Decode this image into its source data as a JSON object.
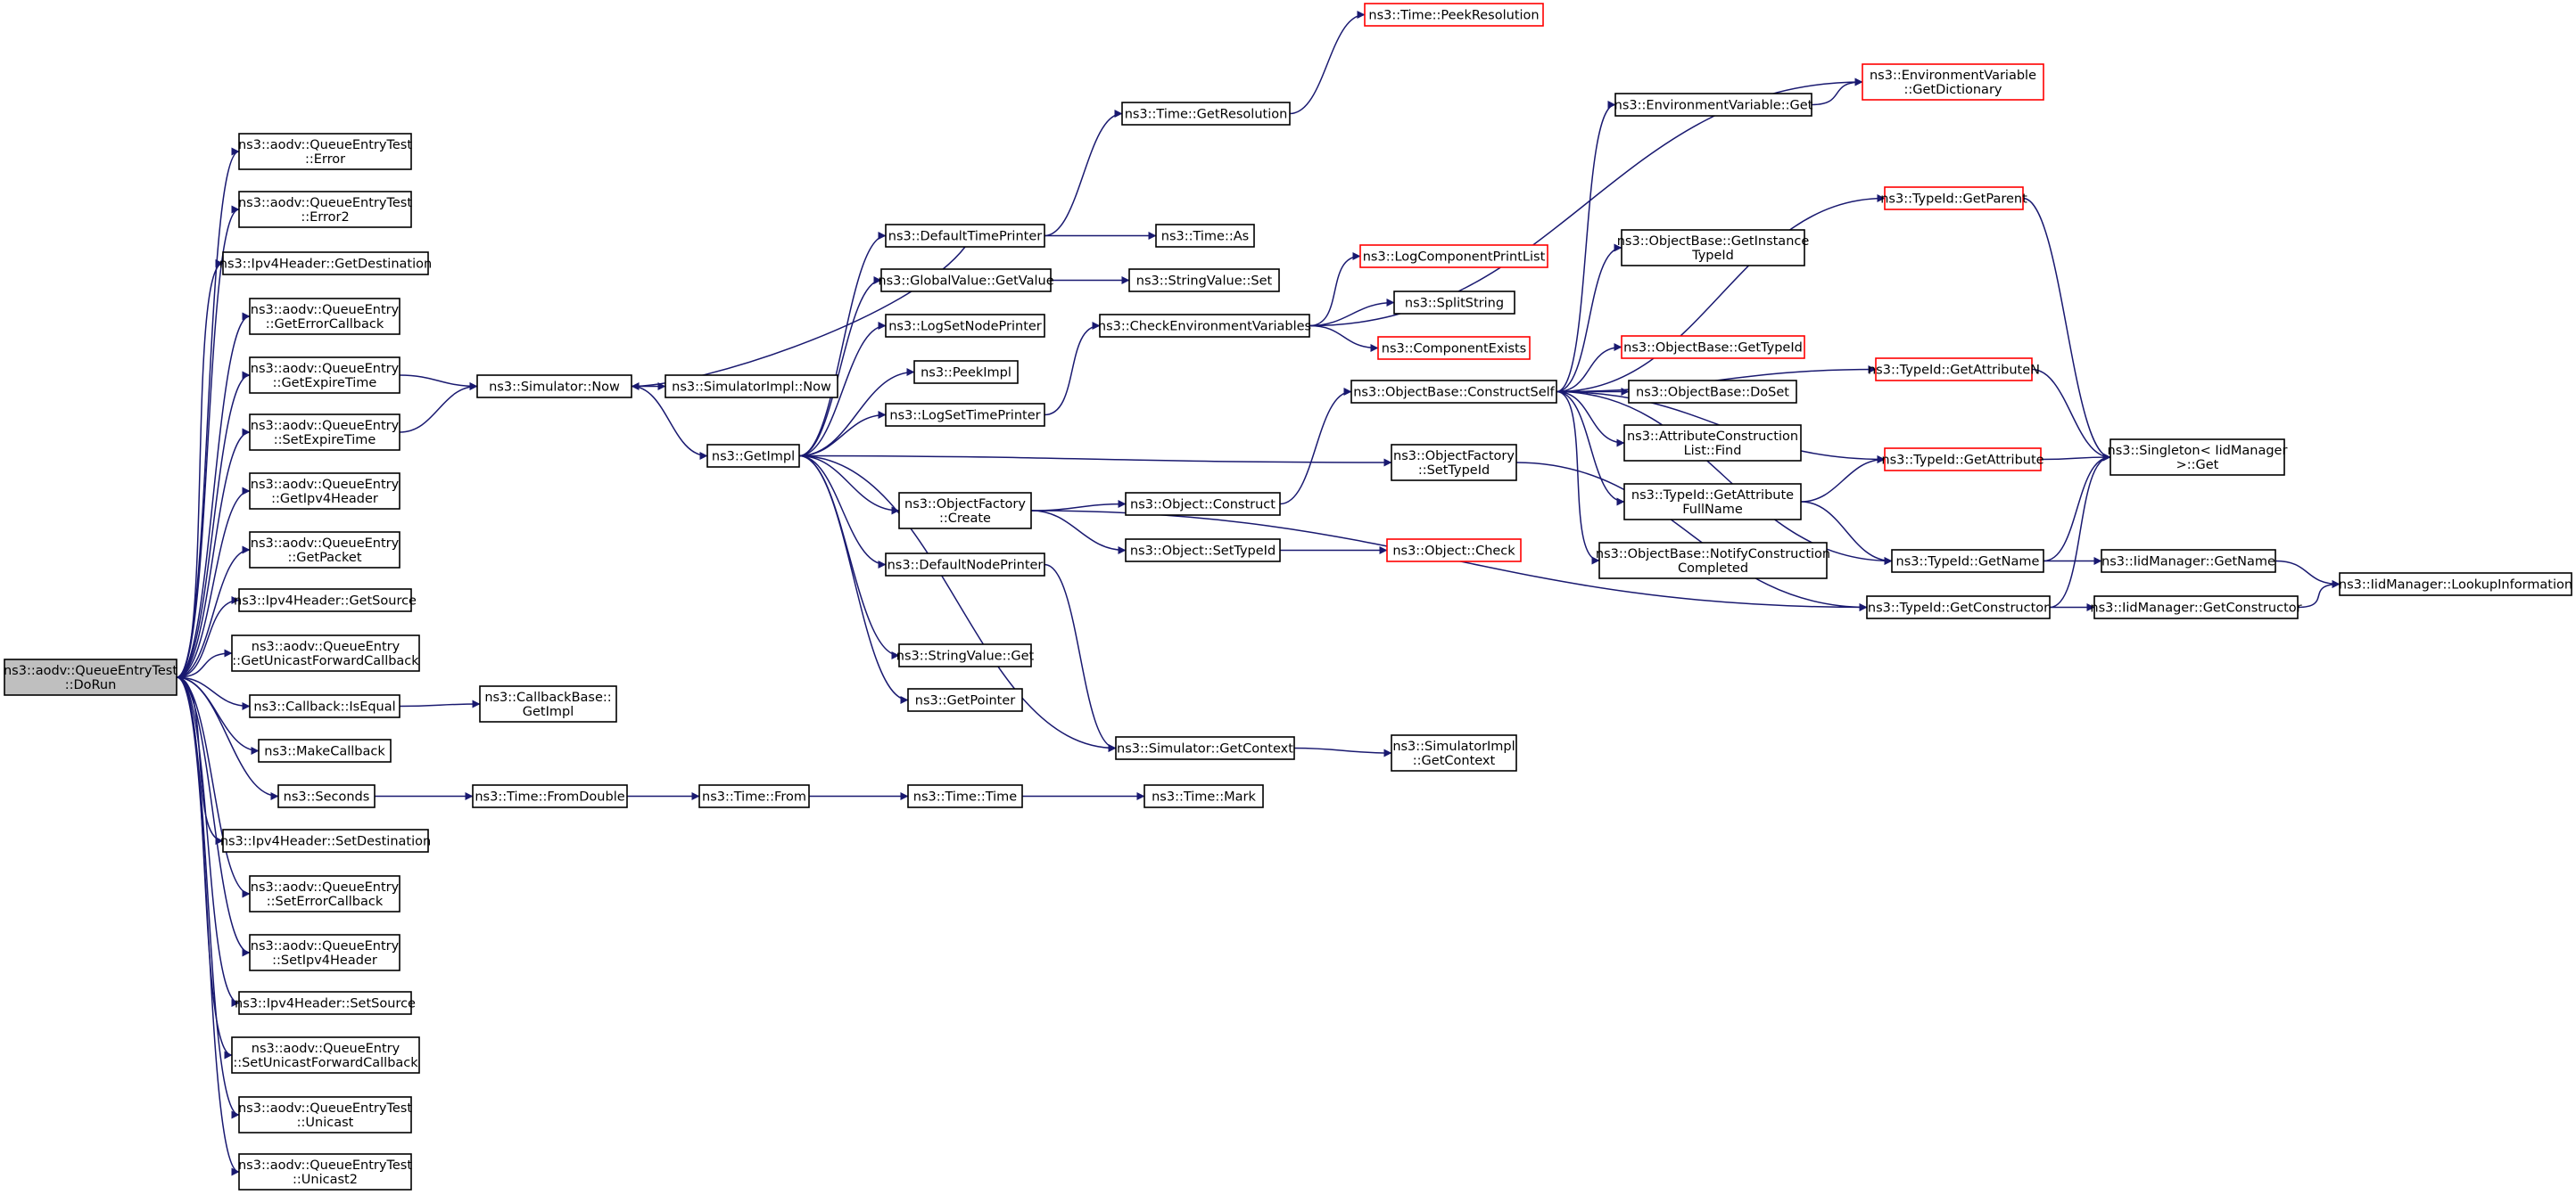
{
  "diagram": {
    "nodes": [
      {
        "id": "root",
        "lines": [
          "ns3::aodv::QueueEntryTest",
          "::DoRun"
        ],
        "root": true
      },
      {
        "id": "qetError",
        "lines": [
          "ns3::aodv::QueueEntryTest",
          "::Error"
        ]
      },
      {
        "id": "qetError2",
        "lines": [
          "ns3::aodv::QueueEntryTest",
          "::Error2"
        ]
      },
      {
        "id": "ipv4GetDest",
        "lines": [
          "ns3::Ipv4Header::GetDestination"
        ]
      },
      {
        "id": "qeGetErrCb",
        "lines": [
          "ns3::aodv::QueueEntry",
          "::GetErrorCallback"
        ]
      },
      {
        "id": "qeGetExpire",
        "lines": [
          "ns3::aodv::QueueEntry",
          "::GetExpireTime"
        ]
      },
      {
        "id": "qeSetExpire",
        "lines": [
          "ns3::aodv::QueueEntry",
          "::SetExpireTime"
        ]
      },
      {
        "id": "qeGetIpv4",
        "lines": [
          "ns3::aodv::QueueEntry",
          "::GetIpv4Header"
        ]
      },
      {
        "id": "qeGetPacket",
        "lines": [
          "ns3::aodv::QueueEntry",
          "::GetPacket"
        ]
      },
      {
        "id": "ipv4GetSrc",
        "lines": [
          "ns3::Ipv4Header::GetSource"
        ]
      },
      {
        "id": "qeGetUcast",
        "lines": [
          "ns3::aodv::QueueEntry",
          "::GetUnicastForwardCallback"
        ]
      },
      {
        "id": "cbIsEqual",
        "lines": [
          "ns3::Callback::IsEqual"
        ]
      },
      {
        "id": "makeCb",
        "lines": [
          "ns3::MakeCallback"
        ]
      },
      {
        "id": "seconds",
        "lines": [
          "ns3::Seconds"
        ]
      },
      {
        "id": "ipv4SetDest",
        "lines": [
          "ns3::Ipv4Header::SetDestination"
        ]
      },
      {
        "id": "qeSetErrCb",
        "lines": [
          "ns3::aodv::QueueEntry",
          "::SetErrorCallback"
        ]
      },
      {
        "id": "qeSetIpv4",
        "lines": [
          "ns3::aodv::QueueEntry",
          "::SetIpv4Header"
        ]
      },
      {
        "id": "ipv4SetSrc",
        "lines": [
          "ns3::Ipv4Header::SetSource"
        ]
      },
      {
        "id": "qeSetUcast",
        "lines": [
          "ns3::aodv::QueueEntry",
          "::SetUnicastForwardCallback"
        ]
      },
      {
        "id": "qetUnicast",
        "lines": [
          "ns3::aodv::QueueEntryTest",
          "::Unicast"
        ]
      },
      {
        "id": "qetUnicast2",
        "lines": [
          "ns3::aodv::QueueEntryTest",
          "::Unicast2"
        ]
      },
      {
        "id": "simNow",
        "lines": [
          "ns3::Simulator::Now"
        ]
      },
      {
        "id": "cbBaseGetImpl",
        "lines": [
          "ns3::CallbackBase::",
          "GetImpl"
        ]
      },
      {
        "id": "timeFromDouble",
        "lines": [
          "ns3::Time::FromDouble"
        ]
      },
      {
        "id": "simImplNow",
        "lines": [
          "ns3::SimulatorImpl::Now"
        ]
      },
      {
        "id": "getImpl",
        "lines": [
          "ns3::GetImpl"
        ]
      },
      {
        "id": "timeFrom",
        "lines": [
          "ns3::Time::From"
        ]
      },
      {
        "id": "defTimePrinter",
        "lines": [
          "ns3::DefaultTimePrinter"
        ]
      },
      {
        "id": "gvGetValue",
        "lines": [
          "ns3::GlobalValue::GetValue"
        ]
      },
      {
        "id": "logSetNode",
        "lines": [
          "ns3::LogSetNodePrinter"
        ]
      },
      {
        "id": "peekImpl",
        "lines": [
          "ns3::PeekImpl"
        ]
      },
      {
        "id": "logSetTime",
        "lines": [
          "ns3::LogSetTimePrinter"
        ]
      },
      {
        "id": "ofCreate",
        "lines": [
          "ns3::ObjectFactory",
          "::Create"
        ]
      },
      {
        "id": "defNodePrinter",
        "lines": [
          "ns3::DefaultNodePrinter"
        ]
      },
      {
        "id": "svGet",
        "lines": [
          "ns3::StringValue::Get"
        ]
      },
      {
        "id": "getPointer",
        "lines": [
          "ns3::GetPointer"
        ]
      },
      {
        "id": "timeTime",
        "lines": [
          "ns3::Time::Time"
        ]
      },
      {
        "id": "timeGetRes",
        "lines": [
          "ns3::Time::GetResolution"
        ]
      },
      {
        "id": "timeAs",
        "lines": [
          "ns3::Time::As"
        ]
      },
      {
        "id": "svSet",
        "lines": [
          "ns3::StringValue::Set"
        ]
      },
      {
        "id": "checkEnv",
        "lines": [
          "ns3::CheckEnvironmentVariables"
        ]
      },
      {
        "id": "objConstruct",
        "lines": [
          "ns3::Object::Construct"
        ]
      },
      {
        "id": "objSetTypeId",
        "lines": [
          "ns3::Object::SetTypeId"
        ]
      },
      {
        "id": "simGetCtx",
        "lines": [
          "ns3::Simulator::GetContext"
        ]
      },
      {
        "id": "timeMark",
        "lines": [
          "ns3::Time::Mark"
        ]
      },
      {
        "id": "timePeekRes",
        "lines": [
          "ns3::Time::PeekResolution"
        ],
        "truncated": true
      },
      {
        "id": "logCompPrint",
        "lines": [
          "ns3::LogComponentPrintList"
        ],
        "truncated": true
      },
      {
        "id": "splitString",
        "lines": [
          "ns3::SplitString"
        ]
      },
      {
        "id": "compExists",
        "lines": [
          "ns3::ComponentExists"
        ],
        "truncated": true
      },
      {
        "id": "obConstructSelf",
        "lines": [
          "ns3::ObjectBase::ConstructSelf"
        ]
      },
      {
        "id": "ofSetTypeId",
        "lines": [
          "ns3::ObjectFactory",
          "::SetTypeId"
        ]
      },
      {
        "id": "objCheck",
        "lines": [
          "ns3::Object::Check"
        ],
        "truncated": true
      },
      {
        "id": "simImplGetCtx",
        "lines": [
          "ns3::SimulatorImpl",
          "::GetContext"
        ]
      },
      {
        "id": "envGet",
        "lines": [
          "ns3::EnvironmentVariable::Get"
        ]
      },
      {
        "id": "obGetInstTid",
        "lines": [
          "ns3::ObjectBase::GetInstance",
          "TypeId"
        ]
      },
      {
        "id": "obGetTid",
        "lines": [
          "ns3::ObjectBase::GetTypeId"
        ],
        "truncated": true
      },
      {
        "id": "obDoSet",
        "lines": [
          "ns3::ObjectBase::DoSet"
        ]
      },
      {
        "id": "attrFind",
        "lines": [
          "ns3::AttributeConstruction",
          "List::Find"
        ]
      },
      {
        "id": "tidGetAttrFull",
        "lines": [
          "ns3::TypeId::GetAttribute",
          "FullName"
        ]
      },
      {
        "id": "obNotify",
        "lines": [
          "ns3::ObjectBase::NotifyConstruction",
          "Completed"
        ]
      },
      {
        "id": "envGetDict",
        "lines": [
          "ns3::EnvironmentVariable",
          "::GetDictionary"
        ],
        "truncated": true
      },
      {
        "id": "tidGetParent",
        "lines": [
          "ns3::TypeId::GetParent"
        ],
        "truncated": true
      },
      {
        "id": "tidGetAttrN",
        "lines": [
          "ns3::TypeId::GetAttributeN"
        ],
        "truncated": true
      },
      {
        "id": "tidGetAttr",
        "lines": [
          "ns3::TypeId::GetAttribute"
        ],
        "truncated": true
      },
      {
        "id": "tidGetName",
        "lines": [
          "ns3::TypeId::GetName"
        ]
      },
      {
        "id": "tidGetCtor",
        "lines": [
          "ns3::TypeId::GetConstructor"
        ]
      },
      {
        "id": "singletonGet",
        "lines": [
          "ns3::Singleton< IidManager",
          " >::Get"
        ]
      },
      {
        "id": "iidGetName",
        "lines": [
          "ns3::IidManager::GetName"
        ]
      },
      {
        "id": "iidGetCtor",
        "lines": [
          "ns3::IidManager::GetConstructor"
        ]
      },
      {
        "id": "iidLookup",
        "lines": [
          "ns3::IidManager::LookupInformation"
        ]
      }
    ],
    "edges": [
      [
        "root",
        "qetError"
      ],
      [
        "root",
        "qetError2"
      ],
      [
        "root",
        "ipv4GetDest"
      ],
      [
        "root",
        "qeGetErrCb"
      ],
      [
        "root",
        "qeGetExpire"
      ],
      [
        "root",
        "qeSetExpire"
      ],
      [
        "root",
        "qeGetIpv4"
      ],
      [
        "root",
        "qeGetPacket"
      ],
      [
        "root",
        "ipv4GetSrc"
      ],
      [
        "root",
        "qeGetUcast"
      ],
      [
        "root",
        "cbIsEqual"
      ],
      [
        "root",
        "makeCb"
      ],
      [
        "root",
        "seconds"
      ],
      [
        "root",
        "ipv4SetDest"
      ],
      [
        "root",
        "qeSetErrCb"
      ],
      [
        "root",
        "qeSetIpv4"
      ],
      [
        "root",
        "ipv4SetSrc"
      ],
      [
        "root",
        "qeSetUcast"
      ],
      [
        "root",
        "qetUnicast"
      ],
      [
        "root",
        "qetUnicast2"
      ],
      [
        "qeGetExpire",
        "simNow"
      ],
      [
        "qeSetExpire",
        "simNow"
      ],
      [
        "cbIsEqual",
        "cbBaseGetImpl"
      ],
      [
        "seconds",
        "timeFromDouble"
      ],
      [
        "simNow",
        "simImplNow"
      ],
      [
        "simNow",
        "getImpl"
      ],
      [
        "timeFromDouble",
        "timeFrom"
      ],
      [
        "timeFrom",
        "timeTime"
      ],
      [
        "timeTime",
        "timeMark"
      ],
      [
        "getImpl",
        "defTimePrinter"
      ],
      [
        "getImpl",
        "gvGetValue"
      ],
      [
        "getImpl",
        "logSetNode"
      ],
      [
        "getImpl",
        "peekImpl"
      ],
      [
        "getImpl",
        "logSetTime"
      ],
      [
        "getImpl",
        "ofCreate"
      ],
      [
        "getImpl",
        "defNodePrinter"
      ],
      [
        "getImpl",
        "svGet"
      ],
      [
        "getImpl",
        "getPointer"
      ],
      [
        "getImpl",
        "simGetCtx"
      ],
      [
        "getImpl",
        "ofSetTypeId"
      ],
      [
        "defTimePrinter",
        "simNow"
      ],
      [
        "defTimePrinter",
        "timeGetRes"
      ],
      [
        "defTimePrinter",
        "timeAs"
      ],
      [
        "timeGetRes",
        "timePeekRes"
      ],
      [
        "gvGetValue",
        "svSet"
      ],
      [
        "logSetTime",
        "checkEnv"
      ],
      [
        "checkEnv",
        "envGetDict"
      ],
      [
        "checkEnv",
        "logCompPrint"
      ],
      [
        "checkEnv",
        "splitString"
      ],
      [
        "checkEnv",
        "compExists"
      ],
      [
        "ofCreate",
        "objConstruct"
      ],
      [
        "ofCreate",
        "objSetTypeId"
      ],
      [
        "ofCreate",
        "tidGetCtor"
      ],
      [
        "objConstruct",
        "obConstructSelf"
      ],
      [
        "objSetTypeId",
        "objCheck"
      ],
      [
        "defNodePrinter",
        "simGetCtx"
      ],
      [
        "simGetCtx",
        "simImplGetCtx"
      ],
      [
        "ofSetTypeId",
        "tidGetCtor"
      ],
      [
        "obConstructSelf",
        "envGet"
      ],
      [
        "obConstructSelf",
        "tidGetParent"
      ],
      [
        "obConstructSelf",
        "obGetInstTid"
      ],
      [
        "obConstructSelf",
        "tidGetAttrN"
      ],
      [
        "obConstructSelf",
        "obGetTid"
      ],
      [
        "obConstructSelf",
        "obDoSet"
      ],
      [
        "obConstructSelf",
        "attrFind"
      ],
      [
        "obConstructSelf",
        "tidGetAttrFull"
      ],
      [
        "obConstructSelf",
        "tidGetAttr"
      ],
      [
        "obConstructSelf",
        "obNotify"
      ],
      [
        "obConstructSelf",
        "tidGetName"
      ],
      [
        "envGet",
        "envGetDict"
      ],
      [
        "tidGetAttrFull",
        "tidGetAttr"
      ],
      [
        "tidGetAttrFull",
        "tidGetName"
      ],
      [
        "tidGetParent",
        "singletonGet"
      ],
      [
        "tidGetAttrN",
        "singletonGet"
      ],
      [
        "tidGetAttr",
        "singletonGet"
      ],
      [
        "tidGetName",
        "singletonGet"
      ],
      [
        "tidGetName",
        "iidGetName"
      ],
      [
        "tidGetCtor",
        "singletonGet"
      ],
      [
        "tidGetCtor",
        "iidGetCtor"
      ],
      [
        "iidGetName",
        "iidLookup"
      ],
      [
        "iidGetCtor",
        "iidLookup"
      ]
    ]
  }
}
